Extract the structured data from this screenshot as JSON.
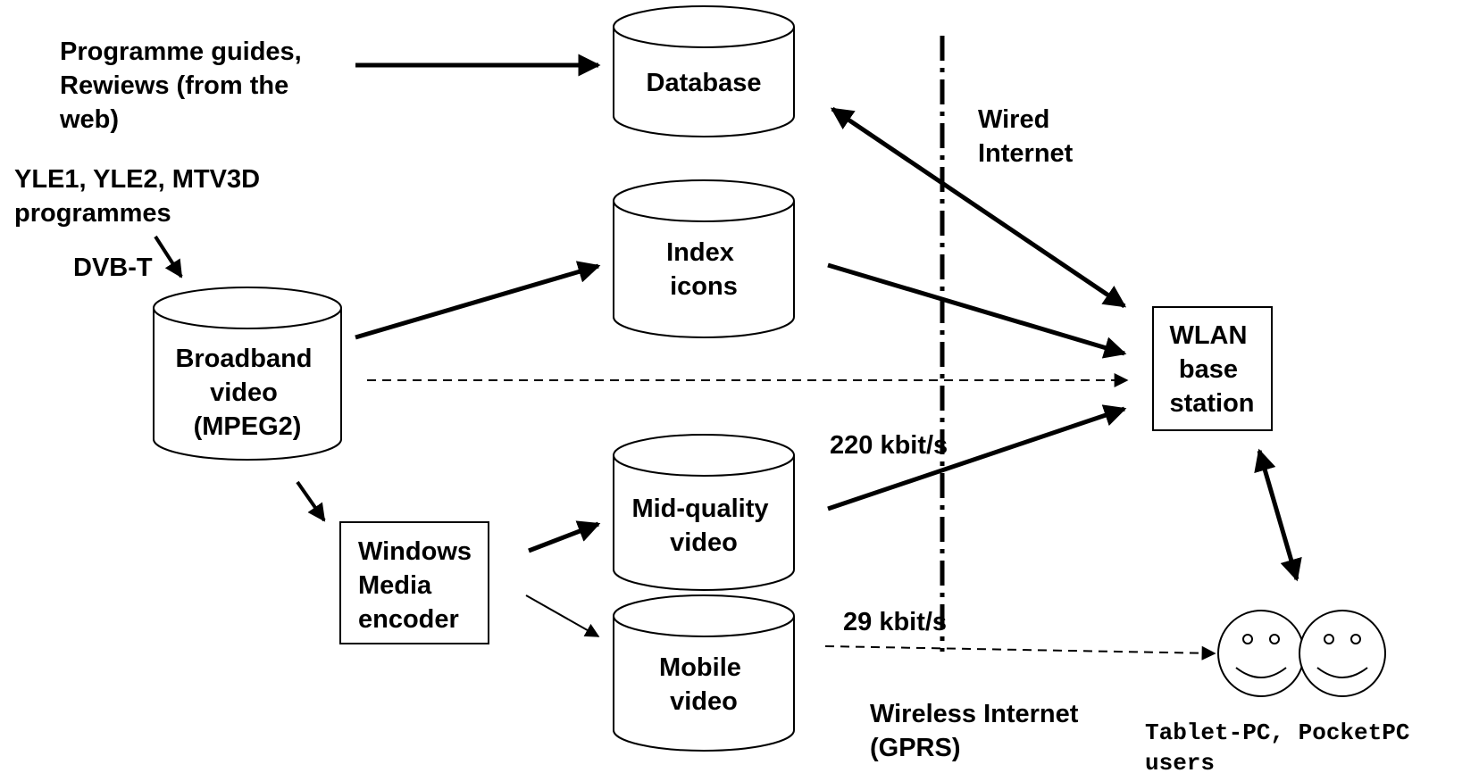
{
  "labels": {
    "programme_guides": [
      "Programme guides,",
      "Rewiews (from the",
      "web)"
    ],
    "yle_programmes": [
      "YLE1, YLE2, MTV3D",
      "programmes"
    ],
    "dvbt": "DVB-T",
    "wired_internet": [
      "Wired",
      "Internet"
    ],
    "rate_220": "220 kbit/s",
    "rate_29": "29 kbit/s",
    "wireless_internet": [
      "Wireless Internet",
      "(GPRS)"
    ],
    "users": [
      "Tablet-PC, PocketPC",
      "users"
    ]
  },
  "stores": {
    "database": [
      "Database"
    ],
    "index_icons": [
      "Index",
      "icons"
    ],
    "broadband_video": [
      "Broadband",
      "video",
      "(MPEG2)"
    ],
    "mid_quality_video": [
      "Mid-quality",
      "video"
    ],
    "mobile_video": [
      "Mobile",
      "video"
    ]
  },
  "boxes": {
    "wlan_base_station": [
      "WLAN",
      "base",
      "station"
    ],
    "windows_media_encoder": [
      "Windows",
      "Media",
      "encoder"
    ]
  }
}
